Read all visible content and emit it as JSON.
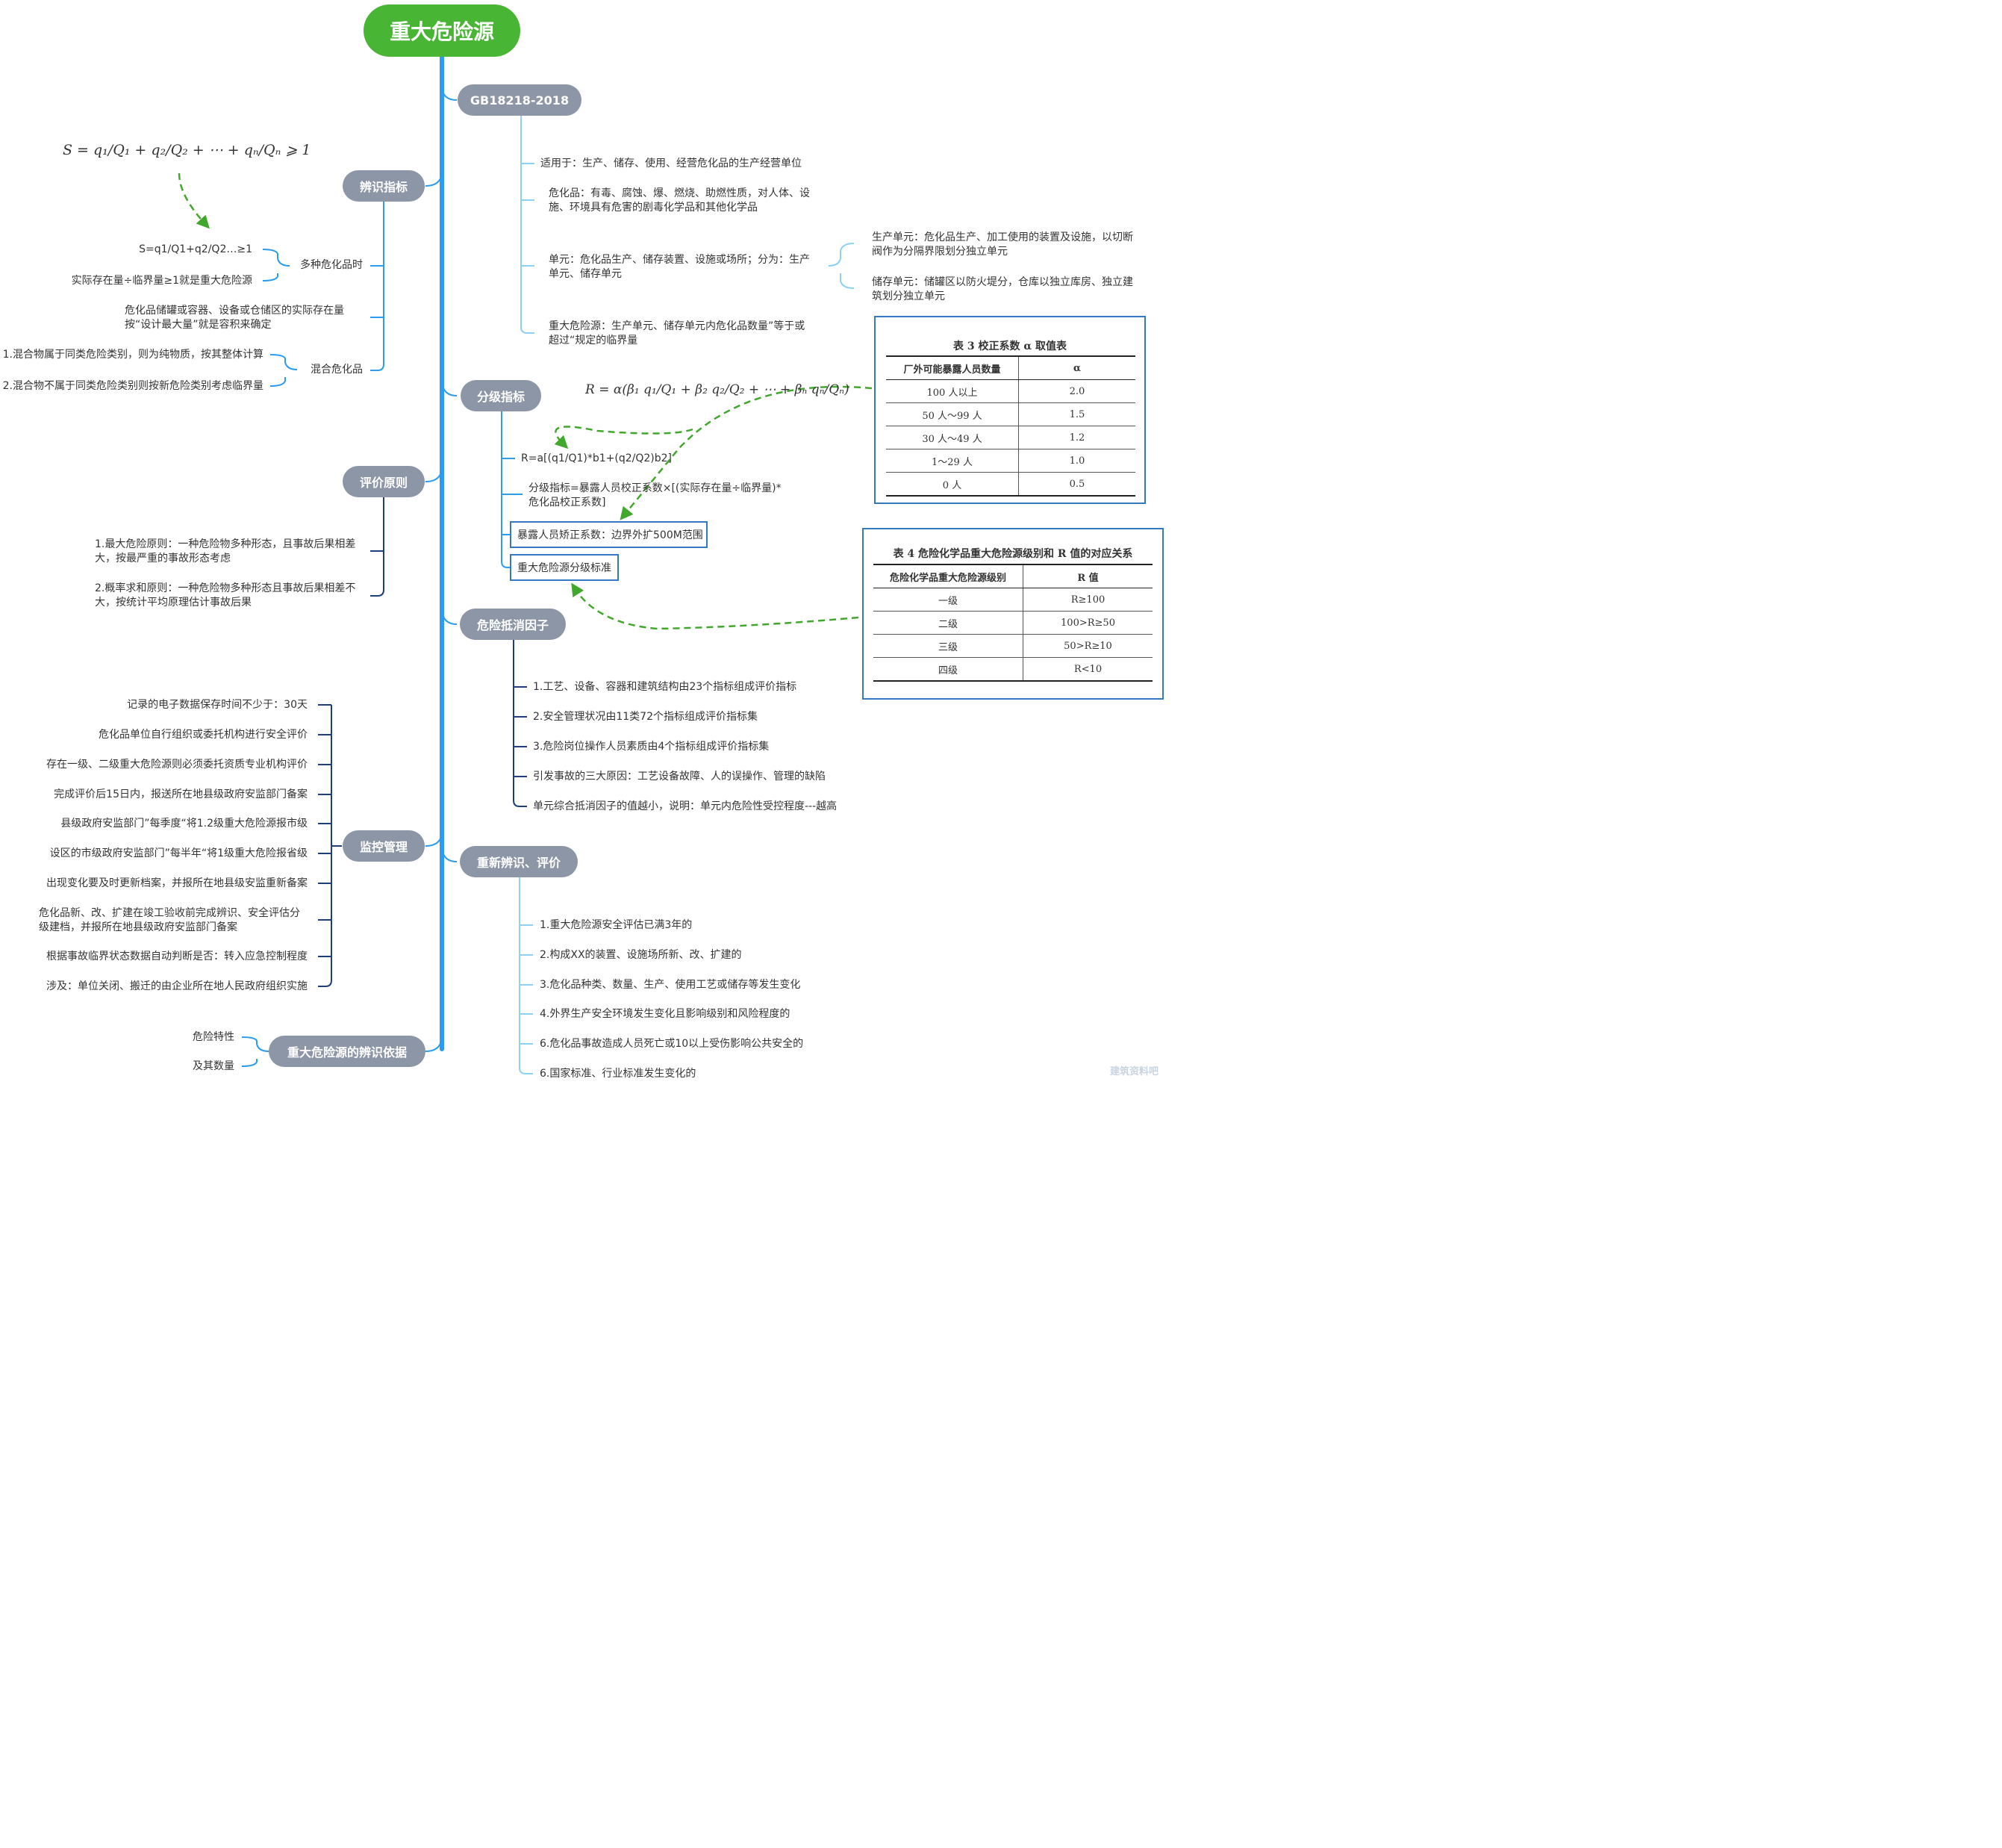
{
  "root": {
    "label": "重大危险源"
  },
  "gb": {
    "label": "GB18218-2018",
    "items": [
      "适用于：生产、储存、使用、经营危化品的生产经营单位",
      "危化品：有毒、腐蚀、爆、燃烧、助燃性质，对人体、设施、环境具有危害的剧毒化学品和其他化学品",
      "单元：危化品生产、储存装置、设施或场所；分为：生产单元、储存单元",
      "重大危险源：生产单元、储存单元内危化品数量”等于或超过“规定的临界量"
    ],
    "unit_sub": [
      "生产单元：危化品生产、加工使用的装置及设施，以切断阀作为分隔界限划分独立单元",
      "储存单元：储罐区以防火堤分，仓库以独立库房、独立建筑划分独立单元"
    ]
  },
  "identify": {
    "label": "辨识指标",
    "formula": "S = q₁/Q₁ + q₂/Q₂ + ⋯ + qₙ/Qₙ ⩾ 1",
    "multi": {
      "label": "多种危化品时",
      "items": [
        "S=q1/Q1+q2/Q2…≥1",
        "实际存在量÷临界量≥1就是重大危险源"
      ]
    },
    "tank_note": "危化品储罐或容器、设备或仓储区的实际存在量按“设计最大量”就是容积来确定",
    "mixed": {
      "label": "混合危化品",
      "items": [
        "1.混合物属于同类危险类别，则为纯物质，按其整体计算",
        "2.混合物不属于同类危险类别则按新危险类别考虑临界量"
      ]
    }
  },
  "grading": {
    "label": "分级指标",
    "formula": "R = α(β₁ q₁/Q₁ + β₂ q₂/Q₂ + ⋯ + βₙ qₙ/Qₙ)",
    "items": [
      "R=a[(q1/Q1)*b1+(q2/Q2)b2]",
      "分级指标=暴露人员校正系数×[(实际存在量÷临界量)*危化品校正系数]",
      "暴露人员矫正系数：边界外扩500M范围",
      "重大危险源分级标准"
    ]
  },
  "table3": {
    "caption": "表 3  校正系数 α 取值表",
    "header": [
      "厂外可能暴露人员数量",
      "α"
    ],
    "rows": [
      [
        "100 人以上",
        "2.0"
      ],
      [
        "50 人～99 人",
        "1.5"
      ],
      [
        "30 人～49 人",
        "1.2"
      ],
      [
        "1～29 人",
        "1.0"
      ],
      [
        "0 人",
        "0.5"
      ]
    ]
  },
  "table4": {
    "caption": "表 4  危险化学品重大危险源级别和 R 值的对应关系",
    "header": [
      "危险化学品重大危险源级别",
      "R 值"
    ],
    "rows": [
      [
        "一级",
        "R≥100"
      ],
      [
        "二级",
        "100>R≥50"
      ],
      [
        "三级",
        "50>R≥10"
      ],
      [
        "四级",
        "R<10"
      ]
    ]
  },
  "evaluate": {
    "label": "评价原则",
    "items": [
      "1.最大危险原则：一种危险物多种形态，且事故后果相差大，按最严重的事故形态考虑",
      "2.概率求和原则：一种危险物多种形态且事故后果相差不大，按统计平均原理估计事故后果"
    ]
  },
  "offset": {
    "label": "危险抵消因子",
    "items": [
      "1.工艺、设备、容器和建筑结构由23个指标组成评价指标",
      "2.安全管理状况由11类72个指标组成评价指标集",
      "3.危险岗位操作人员素质由4个指标组成评价指标集",
      "引发事故的三大原因：工艺设备故障、人的误操作、管理的缺陷",
      "单元综合抵消因子的值越小，说明：单元内危险性受控程度---越高"
    ]
  },
  "monitor": {
    "label": "监控管理",
    "items": [
      "记录的电子数据保存时间不少于：30天",
      "危化品单位自行组织或委托机构进行安全评价",
      "存在一级、二级重大危险源则必须委托资质专业机构评价",
      "完成评价后15日内，报送所在地县级政府安监部门备案",
      "县级政府安监部门”每季度“将1.2级重大危险源报市级",
      "设区的市级政府安监部门”每半年“将1级重大危险报省级",
      "出现变化要及时更新档案，并报所在地县级安监重新备案",
      "危化品新、改、扩建在竣工验收前完成辨识、安全评估分级建档，并报所在地县级政府安监部门备案",
      "根据事故临界状态数据自动判断是否：转入应急控制程度",
      "涉及：单位关闭、搬迁的由企业所在地人民政府组织实施"
    ]
  },
  "reident": {
    "label": "重新辨识、评价",
    "items": [
      "1.重大危险源安全评估已满3年的",
      "2.构成XX的装置、设施场所新、改、扩建的",
      "3.危化品种类、数量、生产、使用工艺或储存等发生变化",
      "4.外界生产安全环境发生变化且影响级别和风险程度的",
      "6.危化品事故造成人员死亡或10以上受伤影响公共安全的",
      "6.国家标准、行业标准发生变化的"
    ]
  },
  "basis": {
    "label": "重大危险源的辨识依据",
    "items": [
      "危险特性",
      "及其数量"
    ]
  },
  "watermark": "建筑资料吧",
  "colors": {
    "root": "#49b535",
    "branch": "#8d96a6",
    "trunk": "#2b9cf0",
    "dashed": "#41a82d",
    "table_border": "#3479c4"
  }
}
